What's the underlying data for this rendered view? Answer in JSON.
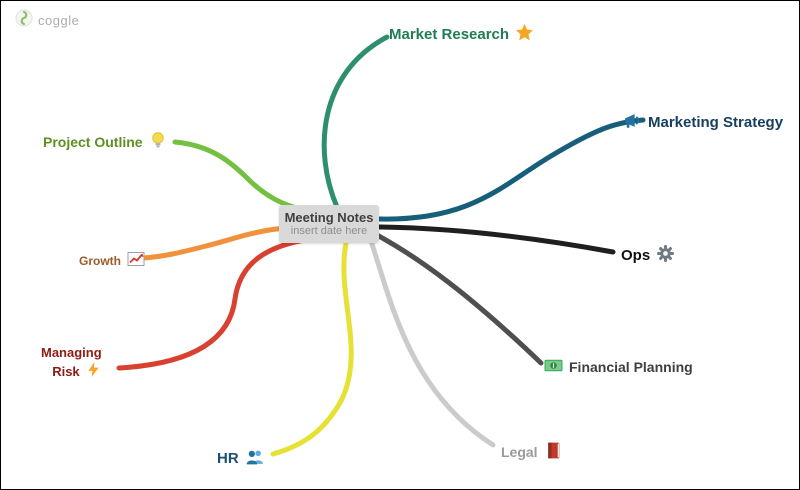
{
  "app": {
    "logo_text": "coggle"
  },
  "center": {
    "title": "Meeting Notes",
    "subtitle": "insert date here"
  },
  "branches": {
    "market_research": {
      "label": "Market Research",
      "icon": "star-icon",
      "color": "#2d8f6f",
      "text_color": "#1f7d55"
    },
    "marketing_strategy": {
      "label": "Marketing Strategy",
      "icon": "megaphone-icon",
      "color": "#165e7a",
      "text_color": "#143f5e"
    },
    "ops": {
      "label": "Ops",
      "icon": "gear-icon",
      "color": "#1f1f1f",
      "text_color": "#111111"
    },
    "financial_planning": {
      "label": "Financial Planning",
      "icon": "money-icon",
      "color": "#4f4f4f",
      "text_color": "#3f3f3f"
    },
    "legal": {
      "label": "Legal",
      "icon": "book-icon",
      "color": "#cbcbcb",
      "text_color": "#9b9b9b"
    },
    "hr": {
      "label": "HR",
      "icon": "people-icon",
      "color": "#e5e135",
      "text_color": "#1c4f70"
    },
    "managing_risk": {
      "label_line1": "Managing",
      "label_line2": "Risk",
      "icon": "lightning-icon",
      "color": "#d8402f",
      "text_color": "#8e1b12"
    },
    "growth": {
      "label": "Growth",
      "icon": "trending-chart-icon",
      "color": "#f0923b",
      "text_color": "#9c5a28"
    },
    "project_outline": {
      "label": "Project Outline",
      "icon": "lightbulb-icon",
      "color": "#74c043",
      "text_color": "#5d8f23"
    }
  }
}
